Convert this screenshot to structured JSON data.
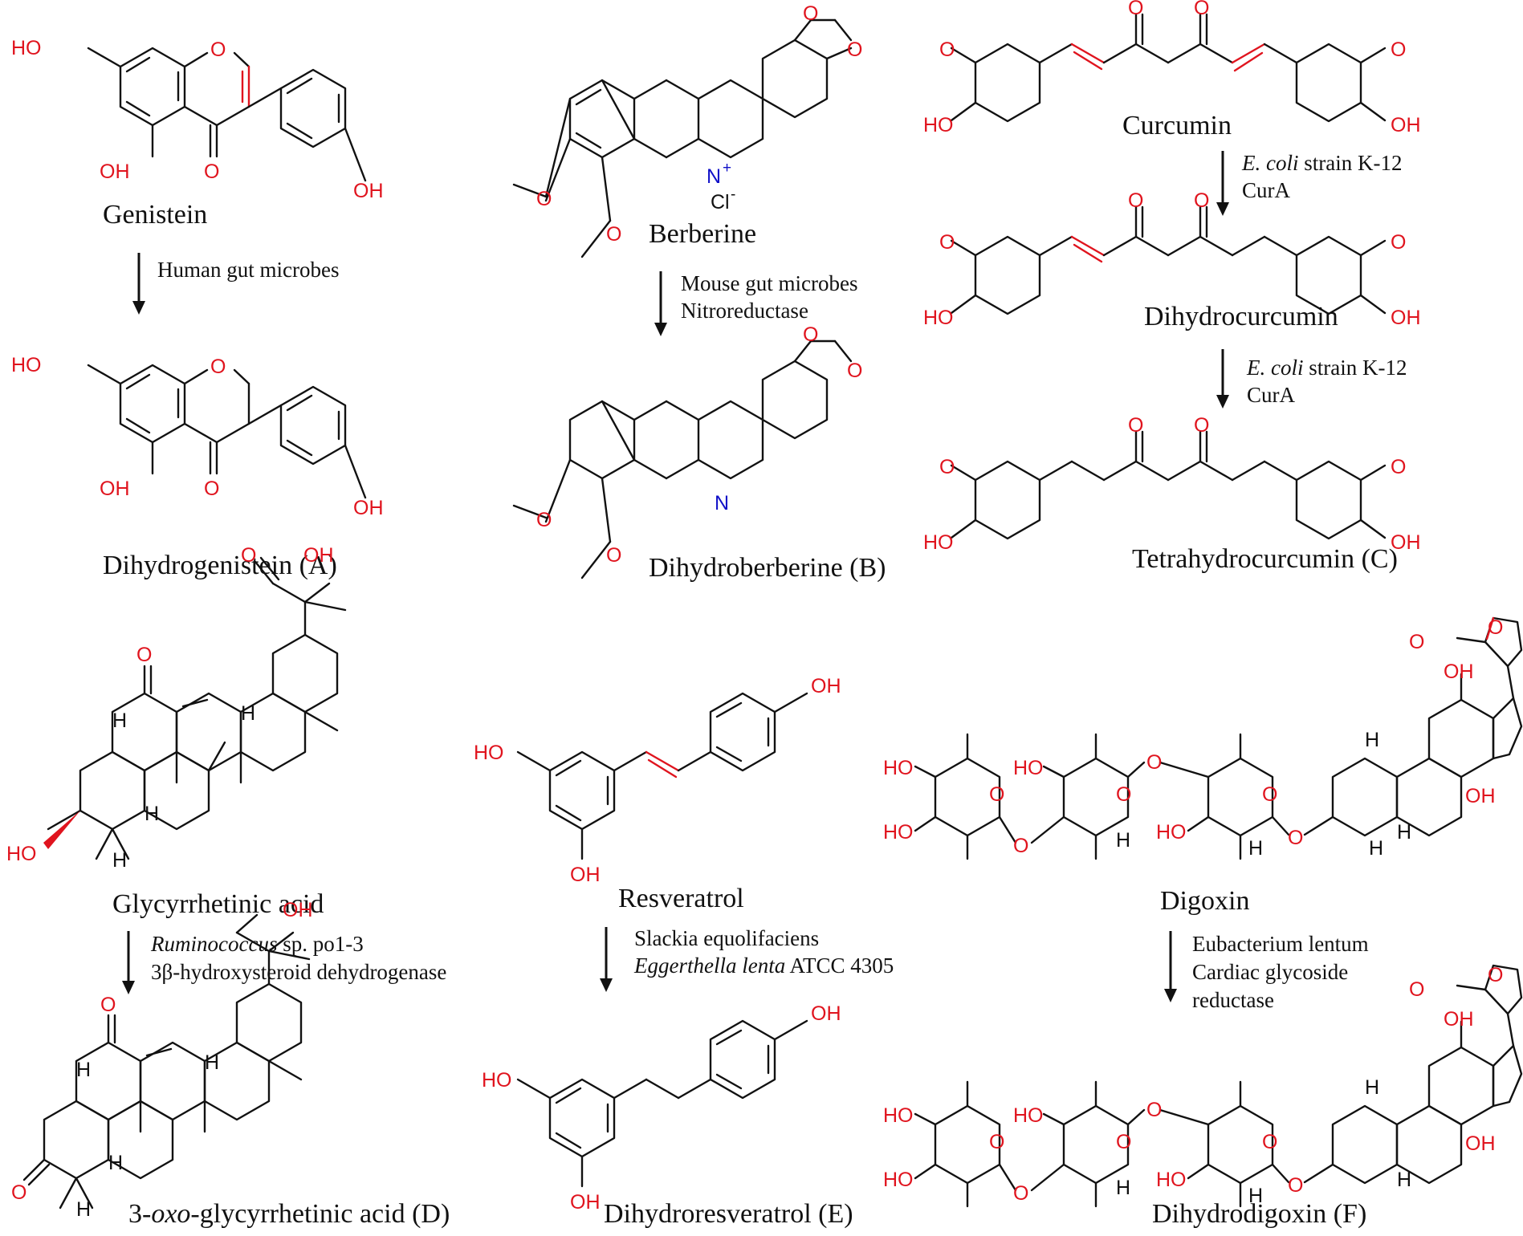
{
  "panels": {
    "a": {
      "substrate": "Genistein",
      "product": "Dihydrogenistein (A)",
      "conditions": [
        "Human gut microbes"
      ]
    },
    "b": {
      "substrate": "Berberine",
      "product": "Dihydroberberine (B)",
      "conditions": [
        "Mouse gut microbes",
        "Nitroreductase"
      ],
      "atoms": {
        "n_plus": "N",
        "plus": "+",
        "n": "N",
        "cl": "Cl",
        "minus": "-"
      }
    },
    "c": {
      "substrate": "Curcumin",
      "intermediate": "Dihydrocurcumin",
      "product": "Tetrahydrocurcumin (C)",
      "step1": {
        "italic": "E. coli",
        "rest": " strain K-12",
        "line2": "CurA"
      },
      "step2": {
        "italic": "E. coli",
        "rest": " strain K-12",
        "line2": "CurA"
      }
    },
    "d": {
      "substrate": "Glycyrrhetinic acid",
      "product_prefix": "3-",
      "product_italic": "oxo",
      "product_suffix": "-glycyrrhetinic acid (D)",
      "step": {
        "italic": "Ruminococcus",
        "rest": " sp. po1-3",
        "line2": "3β-hydroxysteroid dehydrogenase"
      }
    },
    "e": {
      "substrate": "Resveratrol",
      "product": "Dihydroresveratrol (E)",
      "step": {
        "line1_italic": "Slackia equolifaciens",
        "line2_italic": "Eggerthella lenta",
        "line2_rest": " ATCC 4305"
      }
    },
    "f": {
      "substrate": "Digoxin",
      "product": "Dihydrodigoxin (F)",
      "step": {
        "line1_italic": "Eubacterium lentum",
        "line2": "Cardiac glycoside",
        "line3": "reductase"
      }
    }
  },
  "atoms": {
    "oh": "OH",
    "ho": "HO",
    "o": "O",
    "h": "H"
  },
  "colors": {
    "oxygen": "#e0141e",
    "nitrogen": "#1010c8",
    "bond": "#111111",
    "background": "#ffffff"
  }
}
